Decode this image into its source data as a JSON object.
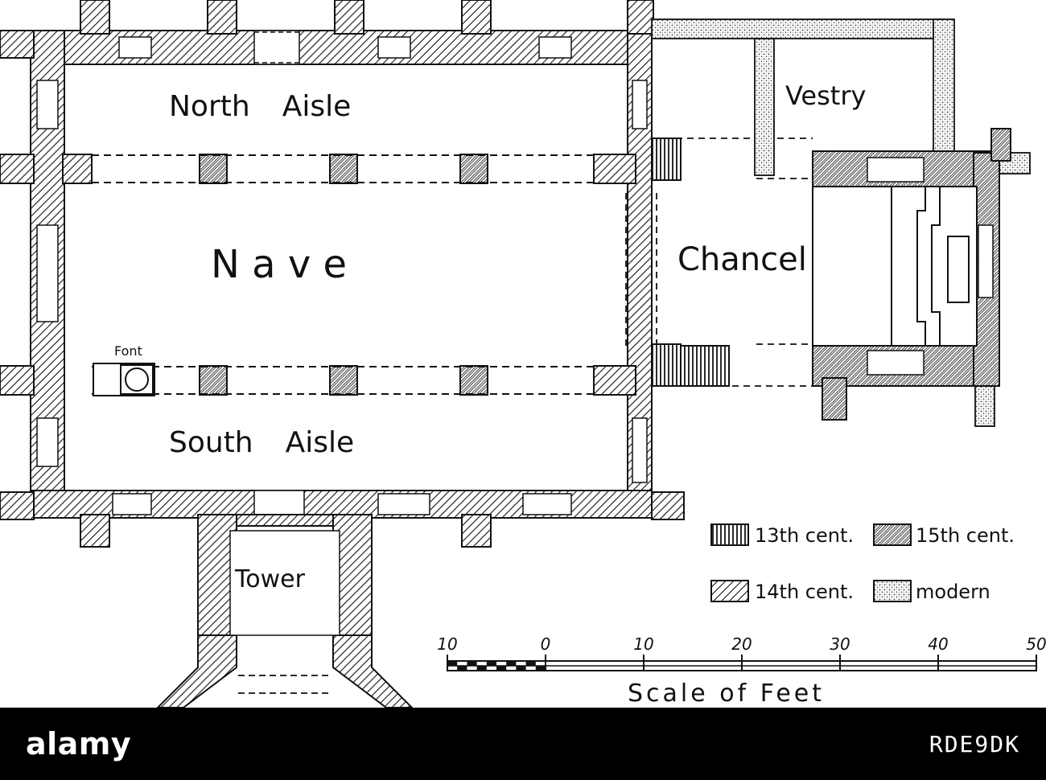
{
  "plan": {
    "rooms": {
      "north_aisle": {
        "word1": "North",
        "word2": "Aisle"
      },
      "nave": "N a v e",
      "south_aisle": {
        "word1": "South",
        "word2": "Aisle"
      },
      "chancel": "Chancel",
      "vestry": "Vestry",
      "tower": "Tower",
      "font": "Font"
    },
    "legend": [
      {
        "label": "13th cent.",
        "pattern": "vertical-hatch"
      },
      {
        "label": "15th cent.",
        "pattern": "dense-diagonal-hatch"
      },
      {
        "label": "14th cent.",
        "pattern": "diagonal-hatch"
      },
      {
        "label": "modern",
        "pattern": "stipple"
      }
    ],
    "scale": {
      "title": "Scale of Feet",
      "ticks": [
        "10",
        "0",
        "10",
        "20",
        "30",
        "40",
        "50"
      ]
    }
  },
  "watermark": {
    "brand": "alamy",
    "image_id": "RDE9DK"
  },
  "colors": {
    "ink": "#111111",
    "banner": "#000000",
    "background": "#ffffff"
  }
}
